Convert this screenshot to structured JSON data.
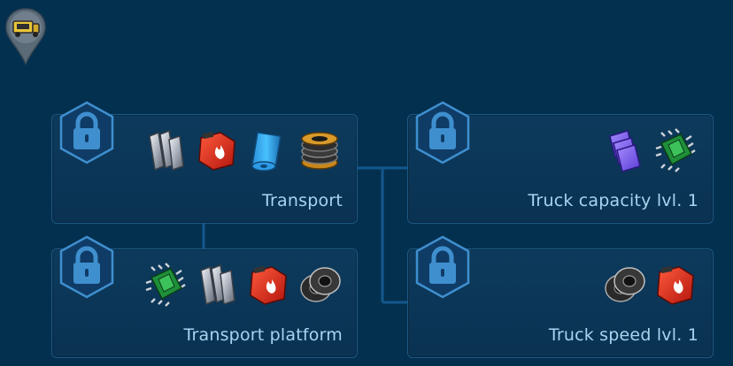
{
  "map_pin": {
    "icon": "truck-icon"
  },
  "cards": [
    {
      "id": "transport",
      "title": "Transport",
      "locked": true,
      "resources": [
        "steel-beams-icon",
        "fuel-canister-icon",
        "blue-fabric-roll-icon",
        "coil-spring-icon"
      ]
    },
    {
      "id": "truck-capacity-1",
      "title": "Truck capacity lvl. 1",
      "locked": true,
      "resources": [
        "purple-plates-icon",
        "circuit-chip-icon"
      ]
    },
    {
      "id": "transport-platform",
      "title": "Transport platform",
      "locked": true,
      "resources": [
        "circuit-chip-icon",
        "steel-beams-icon",
        "fuel-canister-icon",
        "tire-icon"
      ]
    },
    {
      "id": "truck-speed-1",
      "title": "Truck speed lvl. 1",
      "locked": true,
      "resources": [
        "tire-icon",
        "fuel-canister-icon"
      ]
    }
  ],
  "colors": {
    "background": "#04304f",
    "card": "#0b3555",
    "border": "#1d5a86",
    "text": "#a9d4ee",
    "accent": "#3f8fcf"
  }
}
